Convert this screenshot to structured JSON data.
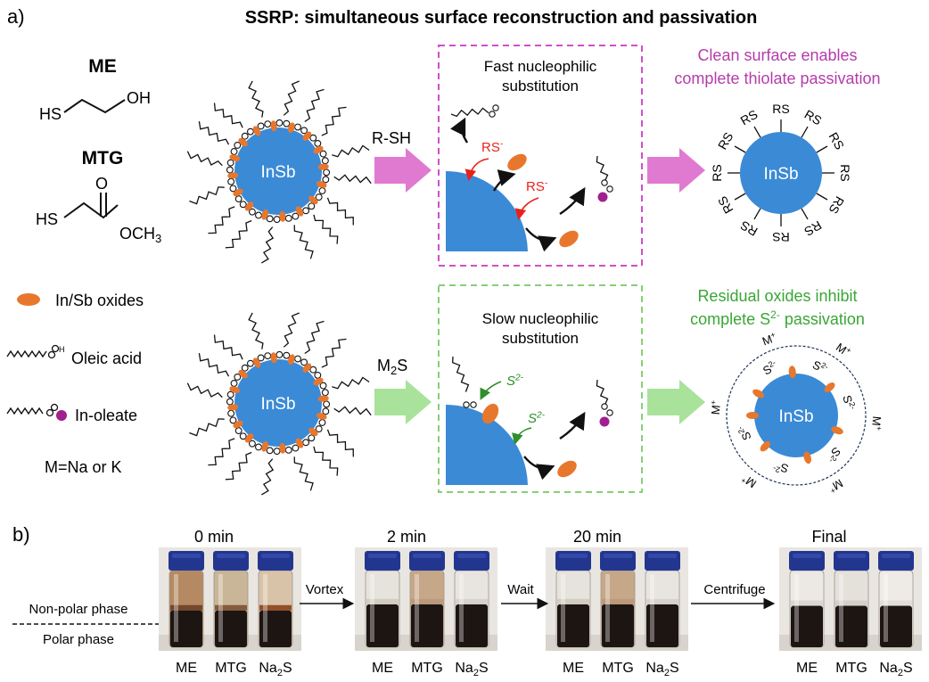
{
  "panel_a": {
    "label": "a)",
    "title": "SSRP: simultaneous surface reconstruction and passivation",
    "ligands": [
      {
        "name": "ME",
        "formula_parts": [
          "HS",
          "OH"
        ]
      },
      {
        "name": "MTG",
        "formula_parts": [
          "HS",
          "O",
          "OCH3"
        ]
      }
    ],
    "legend": [
      {
        "label": "In/Sb oxides",
        "icon": "orange-oxide-ellipse"
      },
      {
        "label": "Oleic acid",
        "icon": "oleic-acid-chain"
      },
      {
        "label": "In-oleate",
        "icon": "in-oleate-chain"
      },
      {
        "label": "M=Na or K",
        "icon": ""
      }
    ],
    "core_label": "InSb",
    "top_route": {
      "reagent": "R-SH",
      "box_title_line1": "Fast nucleophilic",
      "box_title_line2": "substitution",
      "nucleophile": "RS-",
      "result_line1": "Clean surface enables",
      "result_line2": "complete thiolate passivation",
      "product_ligand": "RS",
      "colors": {
        "arrow": "#e07ad0",
        "border": "#d04fc6",
        "text": "#b43cab",
        "nucleophile": "#e8221b"
      }
    },
    "bottom_route": {
      "reagent": "M2S",
      "box_title_line1": "Slow nucleophilic",
      "box_title_line2": "substitution",
      "nucleophile": "S2-",
      "result_line1": "Residual oxides inhibit",
      "result_line2": "complete S2- passivation",
      "product_ligand": "S2-",
      "counter_ion": "M+",
      "colors": {
        "arrow": "#a9e29a",
        "border": "#86cf78",
        "text": "#3aa635",
        "nucleophile": "#2f8f2a"
      }
    },
    "colors": {
      "core": "#3b8ad6",
      "oxide": "#e8772e",
      "indium": "#a0208f"
    }
  },
  "panel_b": {
    "label": "b)",
    "phase_labels": [
      "Non-polar phase",
      "Polar phase"
    ],
    "steps": [
      {
        "time": "0 min",
        "vials": [
          "ME",
          "MTG",
          "Na2S"
        ]
      },
      {
        "time": "2 min",
        "vials": [
          "ME",
          "MTG",
          "Na2S"
        ]
      },
      {
        "time": "20 min",
        "vials": [
          "ME",
          "MTG",
          "Na2S"
        ]
      },
      {
        "time": "Final",
        "vials": [
          "ME",
          "MTG",
          "Na2S"
        ]
      }
    ],
    "transitions": [
      "Vortex",
      "Wait",
      "Centrifuge"
    ],
    "colors": {
      "cap": "#23368f",
      "dark_liquid": "#1c1512"
    }
  }
}
